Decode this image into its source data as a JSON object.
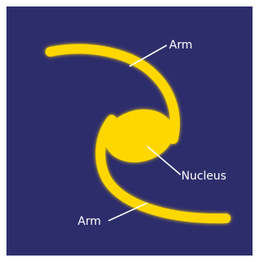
{
  "labels": {
    "arm_top": "Arm",
    "nucleus": "Nucleus",
    "arm_bottom": "Arm"
  },
  "colors": {
    "background": "#2e2d6c",
    "galaxy": "#ffd700",
    "glow": "#ffe86a",
    "leader": "#ffffff"
  }
}
